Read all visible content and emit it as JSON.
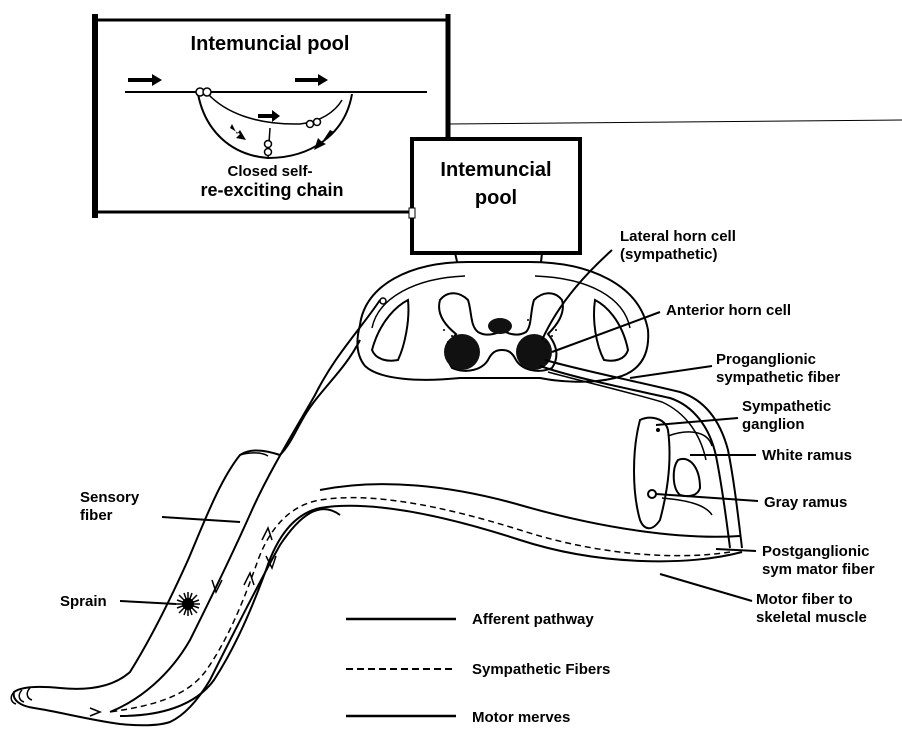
{
  "inset": {
    "title": "Intemuncial pool",
    "caption_line1": "Closed self-",
    "caption_line2": "re-exciting chain"
  },
  "pool_box": {
    "line1": "Intemuncial",
    "line2": "pool"
  },
  "labels": {
    "lateral_horn_line1": "Lateral horn cell",
    "lateral_horn_line2": "(sympathetic)",
    "anterior_horn": "Anterior horn cell",
    "proganglionic_line1": "Proganglionic",
    "proganglionic_line2": "sympathetic fiber",
    "sympathetic_ganglion_line1": "Sympathetic",
    "sympathetic_ganglion_line2": "ganglion",
    "white_ramus": "White ramus",
    "gray_ramus": "Gray ramus",
    "postganglionic_line1": "Postganglionic",
    "postganglionic_line2": "sym mator fiber",
    "motor_fiber_line1": "Motor fiber to",
    "motor_fiber_line2": "skeletal muscle",
    "sensory_fiber_line1": "Sensory",
    "sensory_fiber_line2": "fiber",
    "sprain": "Sprain"
  },
  "legend": [
    {
      "label": "Afferent pathway",
      "style": "solid"
    },
    {
      "label": "Sympathetic Fibers",
      "style": "dashed"
    },
    {
      "label": "Motor merves",
      "style": "solid"
    }
  ]
}
